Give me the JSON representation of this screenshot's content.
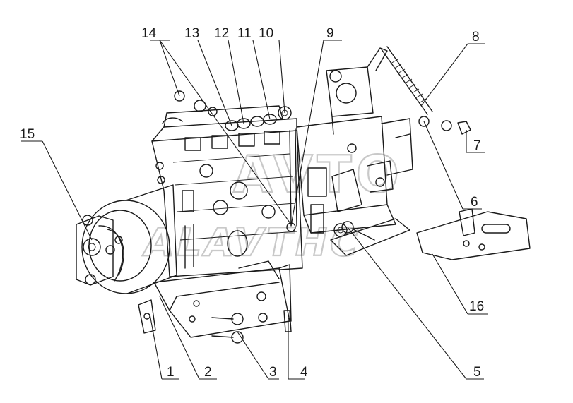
{
  "figure": {
    "type": "exploded-assembly-drawing",
    "subject": "fuel injection pump assembly",
    "line_color": "#1a1a1a",
    "background_color": "#ffffff",
    "watermark_color": "#c9c9c9"
  },
  "watermark": {
    "line1": "AVTO",
    "line2": "ALAVTHC"
  },
  "callouts": [
    {
      "id": "c1",
      "label": "1"
    },
    {
      "id": "c2",
      "label": "2"
    },
    {
      "id": "c3",
      "label": "3"
    },
    {
      "id": "c4",
      "label": "4"
    },
    {
      "id": "c5",
      "label": "5"
    },
    {
      "id": "c6",
      "label": "6"
    },
    {
      "id": "c7",
      "label": "7"
    },
    {
      "id": "c8",
      "label": "8"
    },
    {
      "id": "c9",
      "label": "9"
    },
    {
      "id": "c10",
      "label": "10"
    },
    {
      "id": "c11",
      "label": "11"
    },
    {
      "id": "c12",
      "label": "12"
    },
    {
      "id": "c13",
      "label": "13"
    },
    {
      "id": "c14",
      "label": "14"
    },
    {
      "id": "c15",
      "label": "15"
    },
    {
      "id": "c16",
      "label": "16"
    }
  ]
}
